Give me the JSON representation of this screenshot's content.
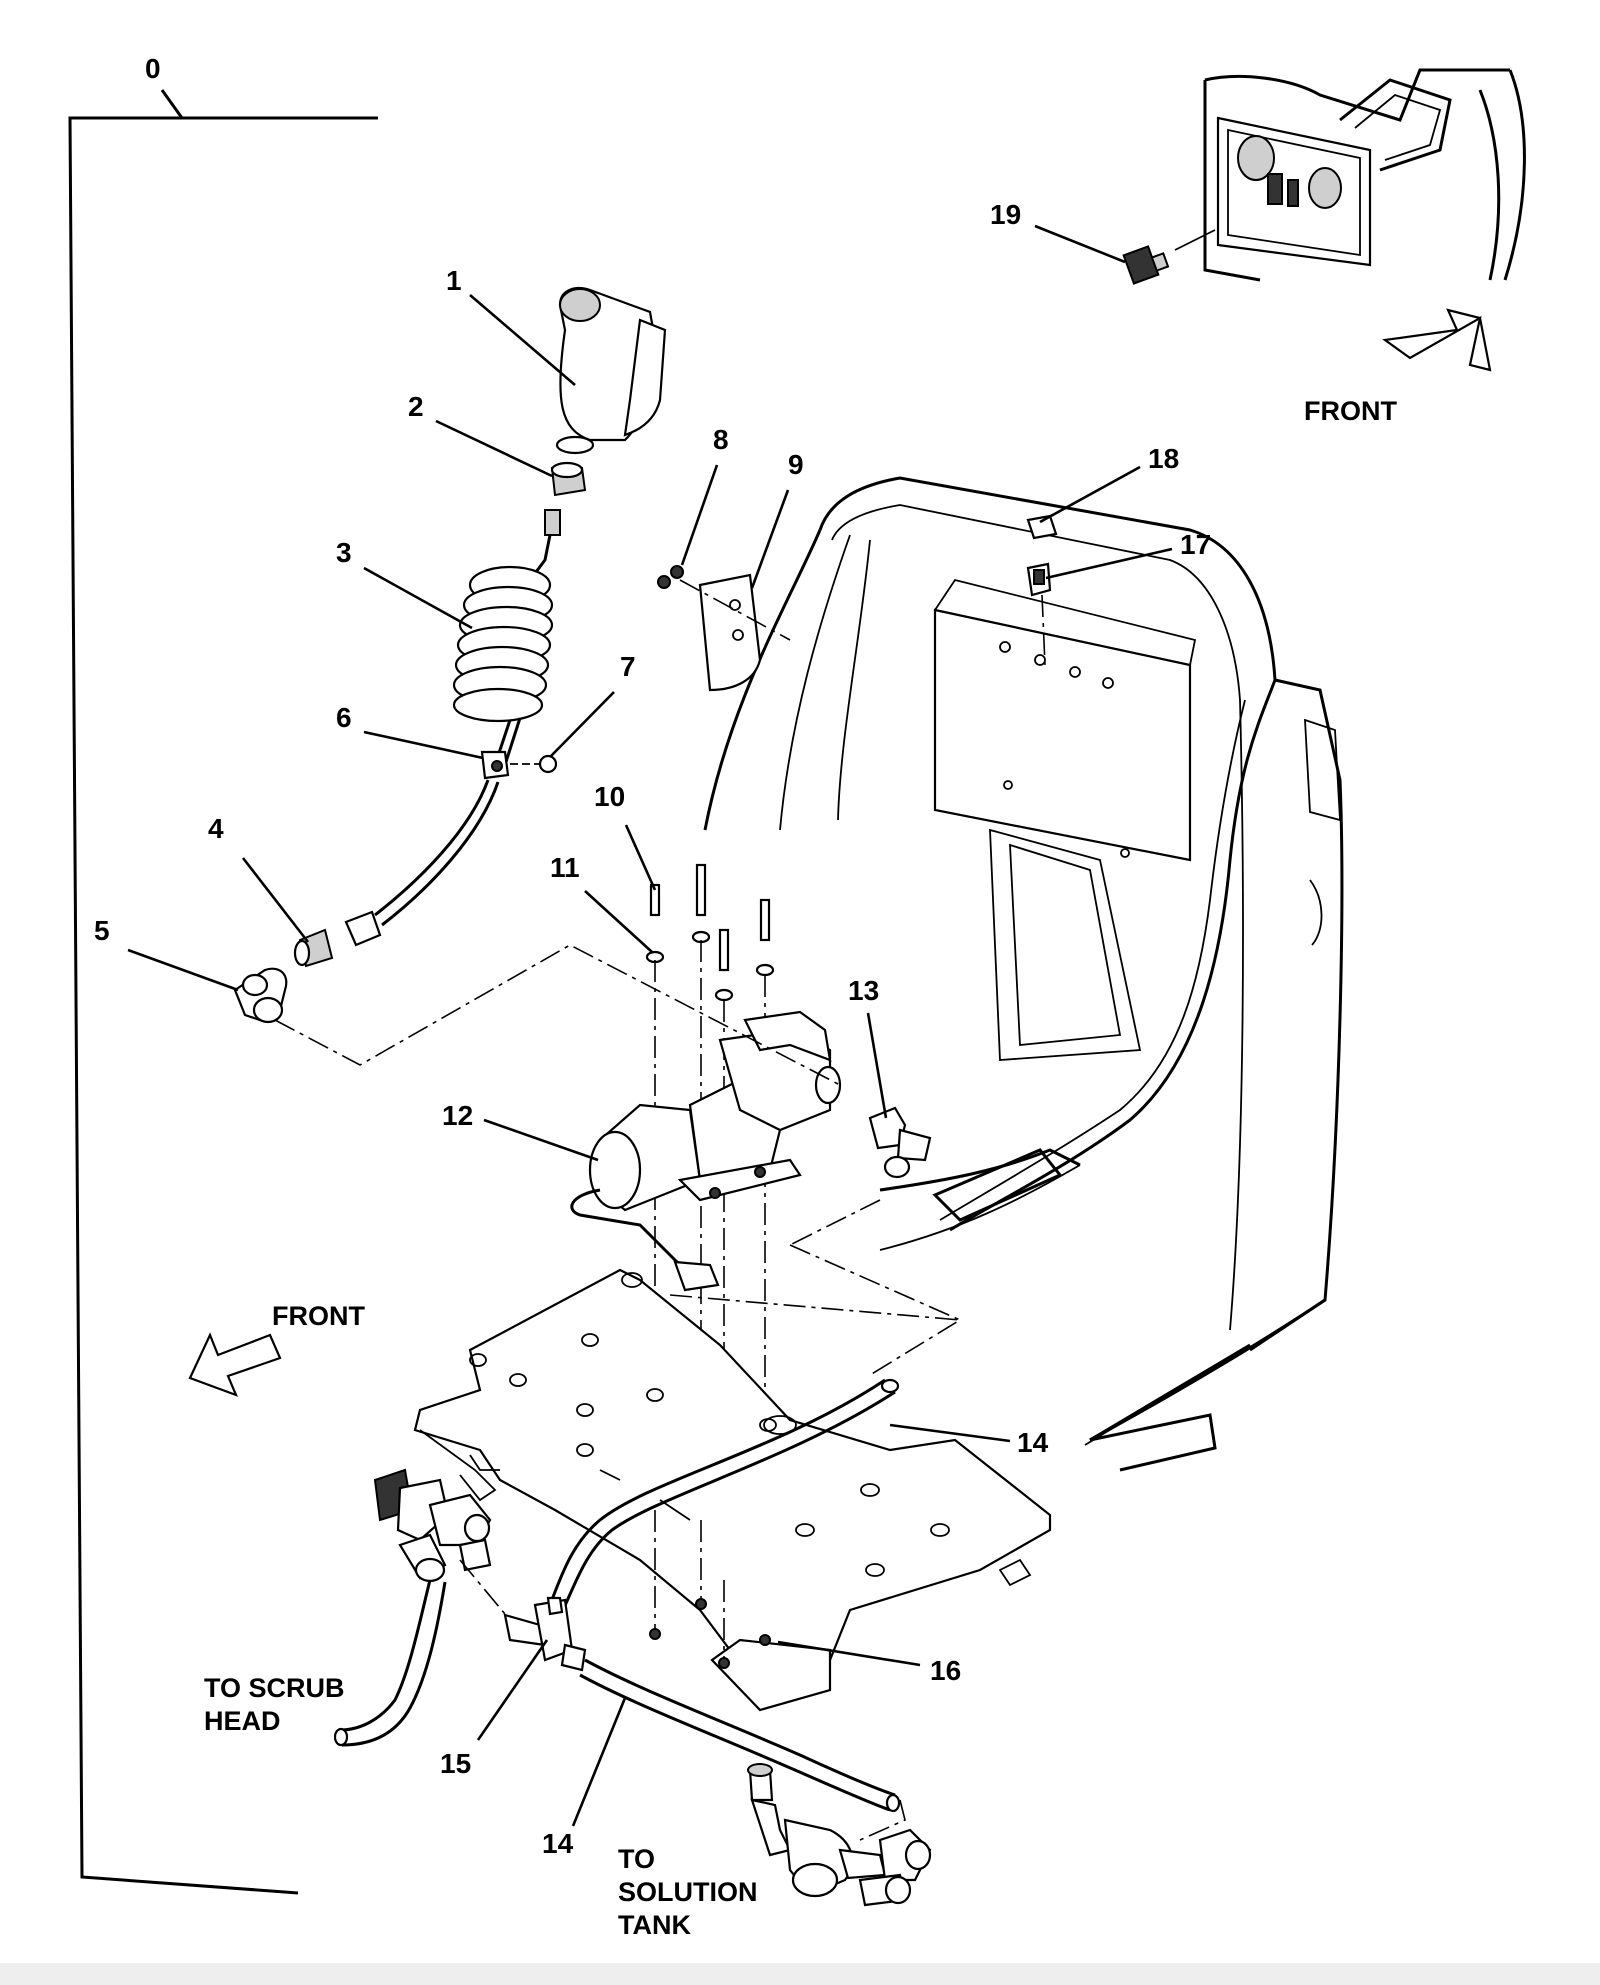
{
  "callouts": {
    "c0": "0",
    "c1": "1",
    "c2": "2",
    "c3": "3",
    "c4": "4",
    "c5": "5",
    "c6": "6",
    "c7": "7",
    "c8": "8",
    "c9": "9",
    "c10": "10",
    "c11": "11",
    "c12": "12",
    "c13": "13",
    "c14a": "14",
    "c14b": "14",
    "c15": "15",
    "c16": "16",
    "c17": "17",
    "c18": "18",
    "c19": "19"
  },
  "notes": {
    "front_top": "FRONT",
    "front_left": "FRONT",
    "scrub_line1": "TO SCRUB",
    "scrub_line2": "HEAD",
    "solution_line1": "TO",
    "solution_line2": "SOLUTION",
    "solution_line3": "TANK"
  }
}
